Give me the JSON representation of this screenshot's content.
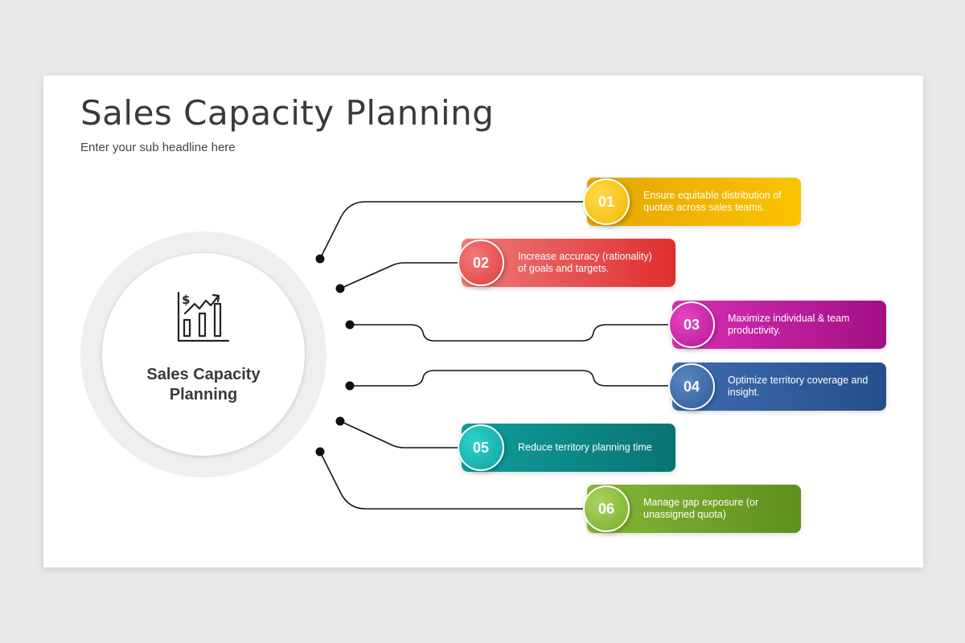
{
  "header": {
    "title": "Sales Capacity Planning",
    "subtitle": "Enter your sub headline here"
  },
  "center": {
    "label_line1": "Sales Capacity",
    "label_line2": "Planning",
    "icon": "growth-chart-dollar-icon"
  },
  "items": [
    {
      "number": "01",
      "text": "Ensure equitable distribution of quotas across sales teams.",
      "color": "#f0b400"
    },
    {
      "number": "02",
      "text": "Increase accuracy (rationality) of goals and targets.",
      "color": "#e53c3c"
    },
    {
      "number": "03",
      "text": "Maximize individual & team productivity.",
      "color": "#b51490"
    },
    {
      "number": "04",
      "text": "Optimize territory coverage and insight.",
      "color": "#2f5d97"
    },
    {
      "number": "05",
      "text": "Reduce territory planning time",
      "color": "#0d8a88"
    },
    {
      "number": "06",
      "text": "Manage gap exposure (or unassigned quota)",
      "color": "#6fa02a"
    }
  ]
}
